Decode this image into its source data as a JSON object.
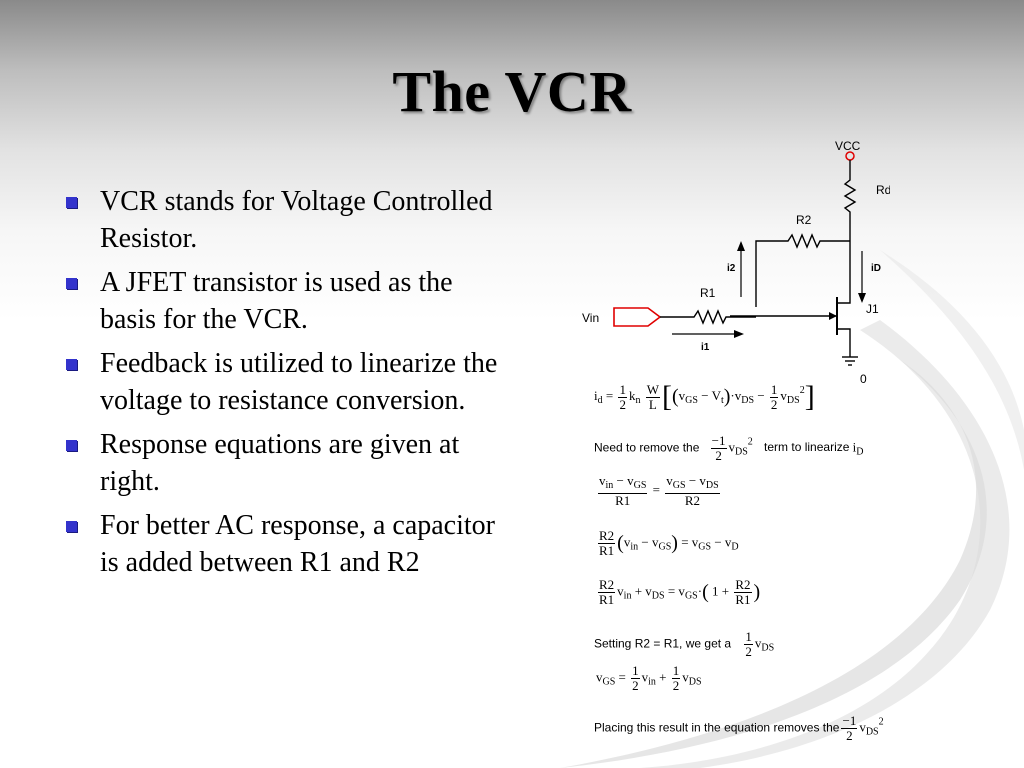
{
  "slide": {
    "title": "The VCR",
    "bullets": [
      "VCR stands for Voltage Controlled Resistor.",
      "A JFET transistor is used as the basis for the VCR.",
      "Feedback is utilized to linearize the voltage to resistance conversion.",
      "Response equations are given at right.",
      "For better AC response, a capacitor is added between R1 and R2"
    ],
    "accent_color": "#3333cc"
  },
  "circuit": {
    "vcc": "VCC",
    "rd": "Rd",
    "r2": "R2",
    "r1": "R1",
    "i2": "i2",
    "id": "iD",
    "j1": "J1",
    "vin": "Vin",
    "i1": "i1",
    "ground": "0",
    "source_color": "#e00000",
    "wire_color": "#000000"
  },
  "equations": {
    "need_remove": "Need to remove the",
    "term_linearize": "term to linearize",
    "setting": "Setting R2 = R1, we get a",
    "placing": "Placing this result in the equation removes the"
  }
}
